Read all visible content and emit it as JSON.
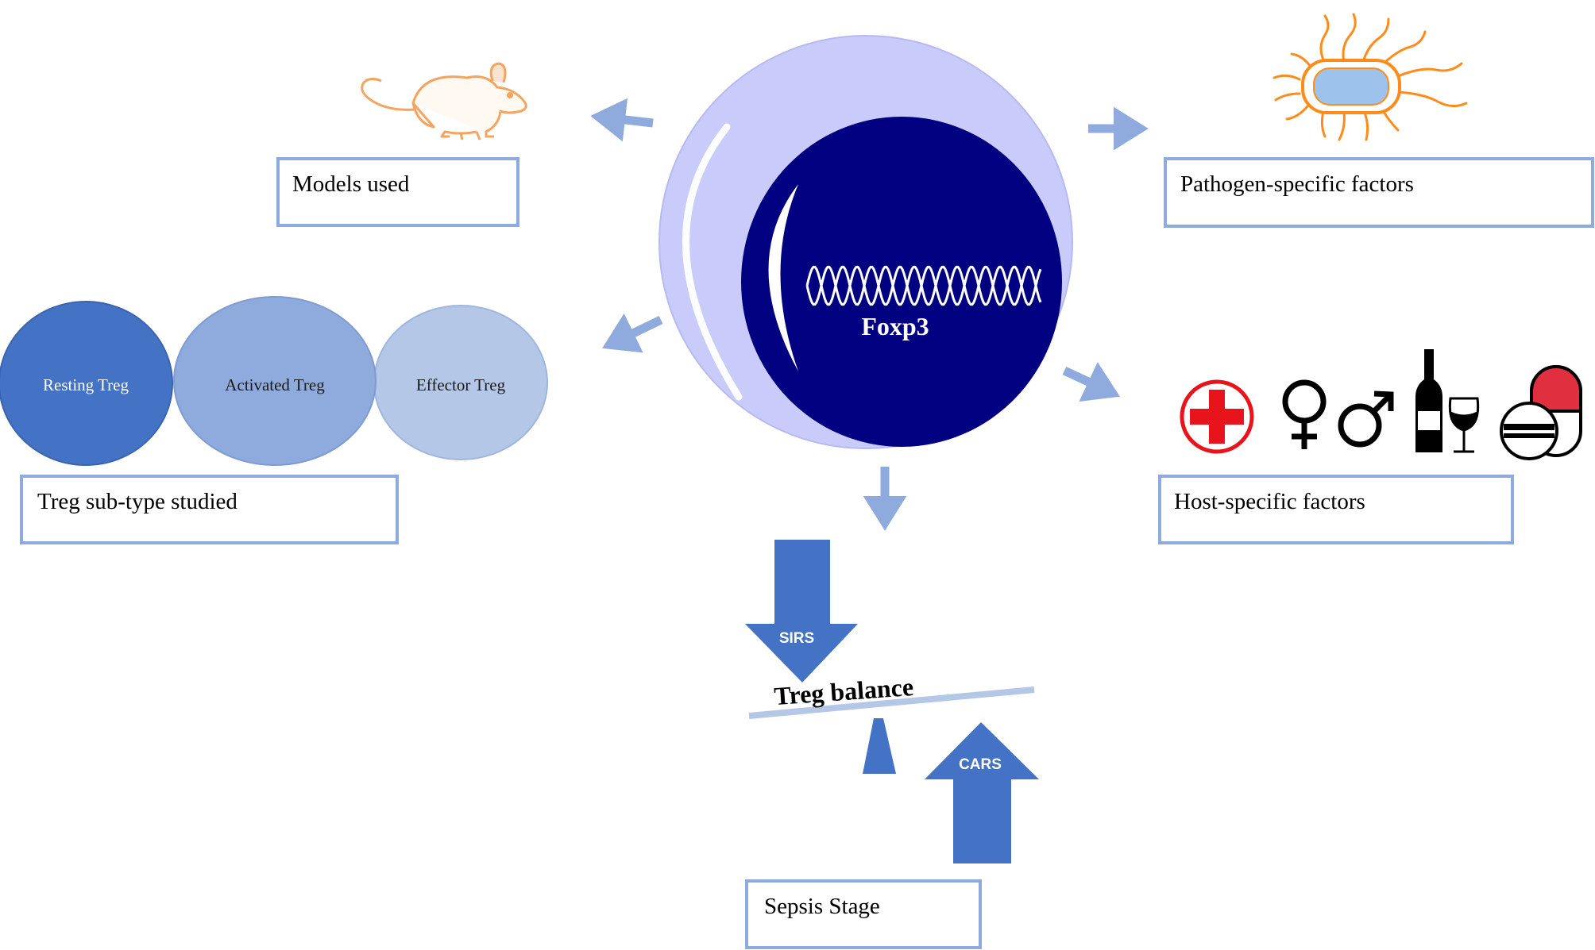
{
  "center_cell": {
    "gene_label": "Foxp3"
  },
  "boxes": {
    "models": "Models used",
    "pathogen": "Pathogen-specific factors",
    "treg_subtype": "Treg sub-type studied",
    "host": "Host-specific factors",
    "sepsis_stage": "Sepsis Stage"
  },
  "treg_subtypes": [
    "Resting Treg",
    "Activated Treg",
    "Effector Treg"
  ],
  "balance": {
    "label": "Treg balance",
    "down_arrow": "SIRS",
    "up_arrow": "CARS"
  },
  "icons": [
    "mouse-icon",
    "bacterium-icon",
    "medical-cross-icon",
    "female-symbol-icon",
    "male-symbol-icon",
    "wine-bottle-icon",
    "wine-glass-icon",
    "pills-icon"
  ],
  "colors": {
    "cell_outer": "#c9cbfa",
    "nucleus": "#000080",
    "box_border": "#8faadc",
    "arrow_light": "#8faadc",
    "arrow_dark": "#4472c4",
    "resting": "#4472c4",
    "activated": "#8faadc",
    "effector": "#b4c7e7",
    "mouse_outline": "#f4a460",
    "bacterium": "#ff8c1a",
    "cross_red": "#e8141b",
    "pill_red": "#e03040"
  }
}
